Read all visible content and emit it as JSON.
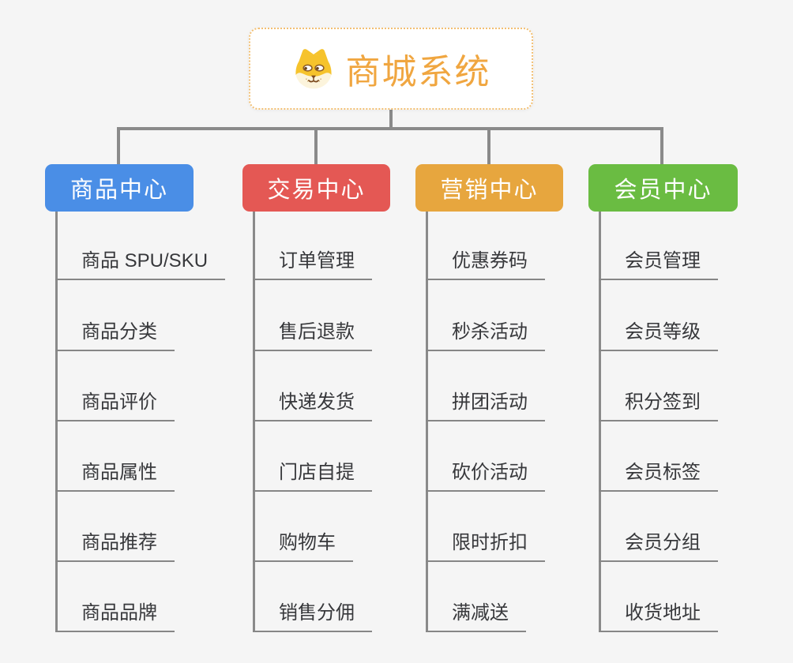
{
  "colors": {
    "background": "#f5f5f5",
    "connector": "#8a8a8a",
    "underline": "#868686",
    "root-border": "#f2bf72",
    "root-text": "#f0a640"
  },
  "root": {
    "title": "商城系统",
    "icon": "dog-face-icon"
  },
  "branches": [
    {
      "label": "商品中心",
      "color": "#4a8ee6",
      "items": [
        "商品 SPU/SKU",
        "商品分类",
        "商品评价",
        "商品属性",
        "商品推荐",
        "商品品牌"
      ]
    },
    {
      "label": "交易中心",
      "color": "#e45854",
      "items": [
        "订单管理",
        "售后退款",
        "快递发货",
        "门店自提",
        "购物车",
        "销售分佣"
      ]
    },
    {
      "label": "营销中心",
      "color": "#e7a63e",
      "items": [
        "优惠券码",
        "秒杀活动",
        "拼团活动",
        "砍价活动",
        "限时折扣",
        "满减送"
      ]
    },
    {
      "label": "会员中心",
      "color": "#6abc42",
      "items": [
        "会员管理",
        "会员等级",
        "积分签到",
        "会员标签",
        "会员分组",
        "收货地址"
      ]
    }
  ]
}
